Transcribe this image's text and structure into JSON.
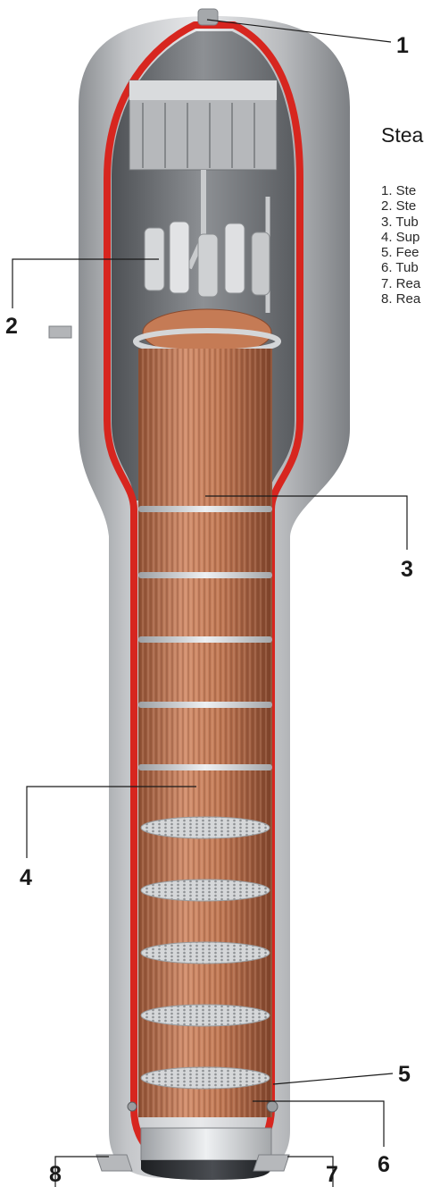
{
  "legend": {
    "title": "Stea",
    "items": [
      "1. Ste",
      "2. Ste",
      "3. Tub",
      "4. Sup",
      "5. Fee",
      "6. Tub",
      "7. Rea",
      "8. Rea"
    ]
  },
  "callouts": [
    "1",
    "2",
    "3",
    "4",
    "5",
    "6",
    "7",
    "8"
  ],
  "colors": {
    "shell": "#bfc1c4",
    "cutaway_rim": "#d7261f",
    "tube_bundle": "#c67d58",
    "support_plate": "#c9cbcd",
    "lower_head_interior": "#2a2c30"
  }
}
